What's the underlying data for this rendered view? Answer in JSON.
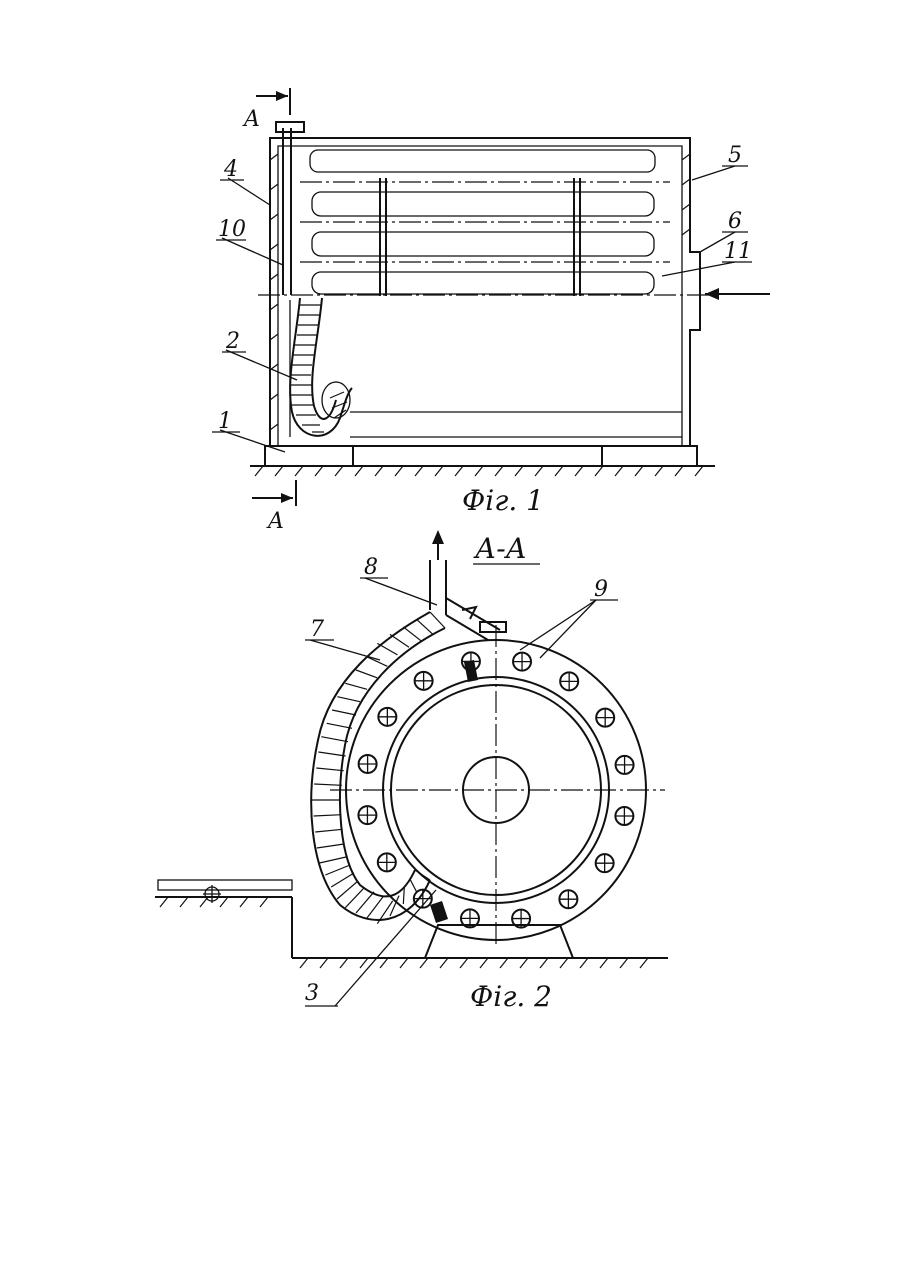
{
  "figure1": {
    "section_mark": "A",
    "caption": "Фіг. 1",
    "labels": [
      "1",
      "2",
      "4",
      "5",
      "6",
      "10",
      "11"
    ]
  },
  "figure2": {
    "section_title": "А-А",
    "caption": "Фіг. 2",
    "labels": [
      "3",
      "7",
      "8",
      "9"
    ]
  }
}
